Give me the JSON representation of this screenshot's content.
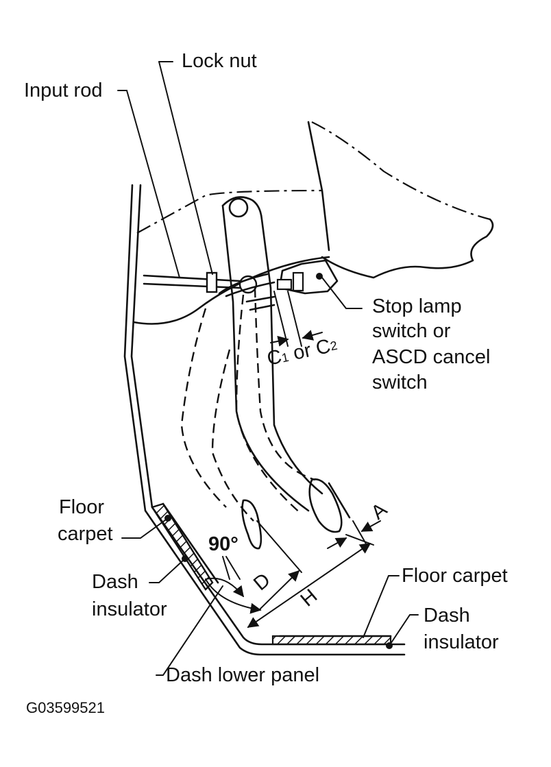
{
  "labels": {
    "lock_nut": "Lock nut",
    "input_rod": "Input rod",
    "stop_lamp_1": "Stop lamp",
    "stop_lamp_2": "switch or",
    "stop_lamp_3": "ASCD cancel",
    "stop_lamp_4": "switch",
    "clearance_c": "C",
    "clearance_c1_sub": "1",
    "clearance_or": " or ",
    "clearance_c2_sub": "2",
    "floor_carpet_left_1": "Floor",
    "floor_carpet_left_2": "carpet",
    "dash_insulator_left_1": "Dash",
    "dash_insulator_left_2": "insulator",
    "angle": "90°",
    "dim_d": "D",
    "dim_h": "H",
    "dim_a": "A",
    "floor_carpet_right": "Floor carpet",
    "dash_insulator_right_1": "Dash",
    "dash_insulator_right_2": "insulator",
    "dash_lower_panel": "Dash lower panel",
    "figure_code": "G03599521"
  }
}
